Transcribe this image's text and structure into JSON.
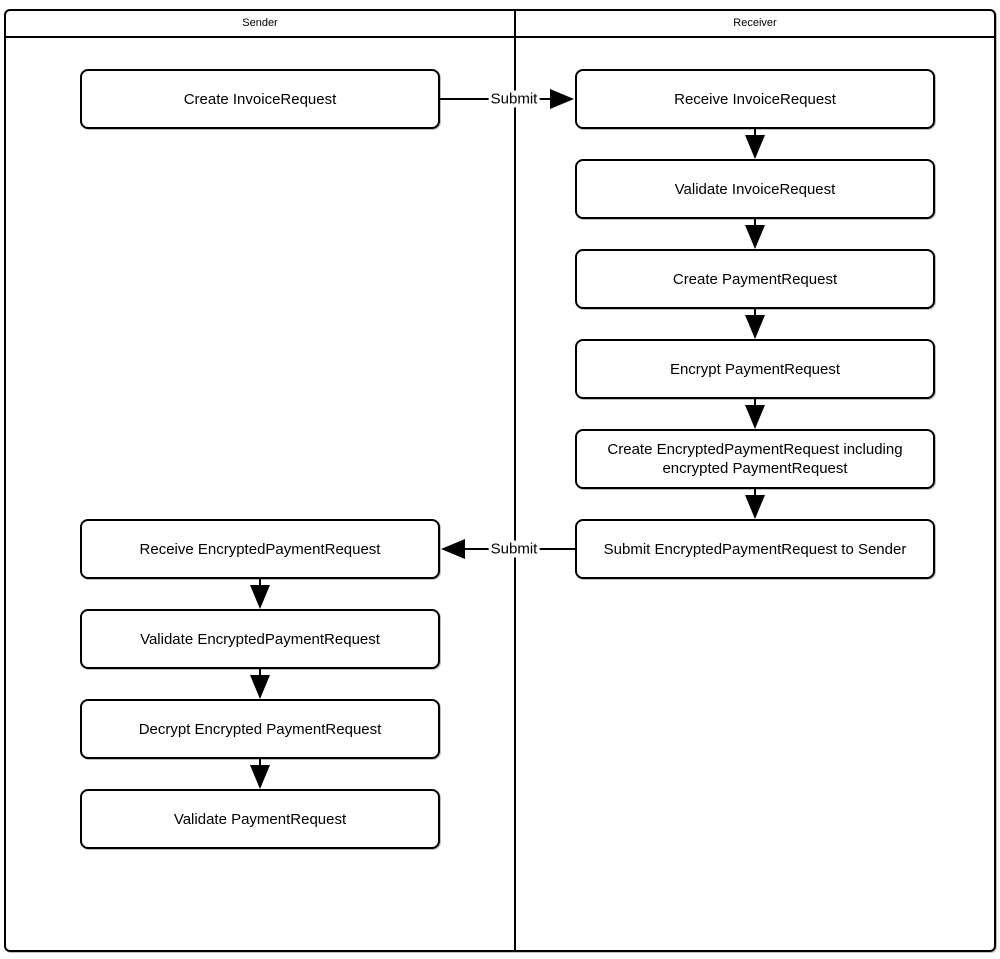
{
  "diagram": {
    "lanes": [
      {
        "label": "Sender"
      },
      {
        "label": "Receiver"
      }
    ],
    "sender_boxes": [
      {
        "label": "Create InvoiceRequest"
      },
      {
        "label": "Receive EncryptedPaymentRequest"
      },
      {
        "label": "Validate EncryptedPaymentRequest"
      },
      {
        "label": "Decrypt Encrypted PaymentRequest"
      },
      {
        "label": "Validate PaymentRequest"
      }
    ],
    "receiver_boxes": [
      {
        "label": "Receive InvoiceRequest"
      },
      {
        "label": "Validate InvoiceRequest"
      },
      {
        "label": "Create PaymentRequest"
      },
      {
        "label": "Encrypt PaymentRequest"
      },
      {
        "label": "Create EncryptedPaymentRequest including encrypted PaymentRequest"
      },
      {
        "label": "Submit EncryptedPaymentRequest to Sender"
      }
    ],
    "arrows": {
      "submit_to_receiver": {
        "label": "Submit"
      },
      "submit_to_sender": {
        "label": "Submit"
      }
    },
    "colors": {
      "stroke": "#000000",
      "background": "#ffffff"
    }
  }
}
